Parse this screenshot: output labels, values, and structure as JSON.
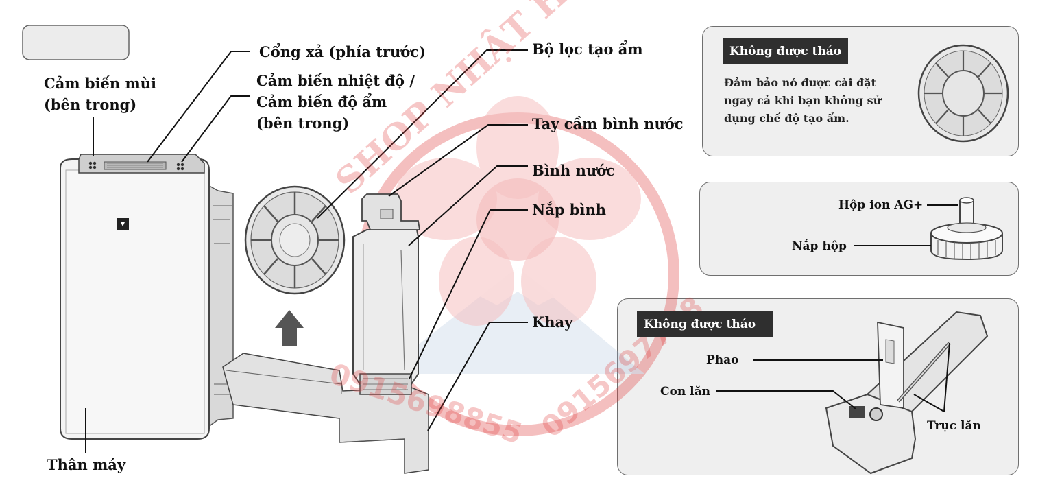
{
  "labels": {
    "cong_xa": "Cổng xả (phía trước)",
    "cam_bien_mui": "Cảm biến mùi\n(bên trong)",
    "cam_bien_nhiet": "Cảm biến nhiệt độ /\nCảm biến độ ẩm\n(bên trong)",
    "bo_loc": "Bộ lọc tạo ẩm",
    "tay_cam": "Tay cầm bình nước",
    "binh_nuoc": "Bình nước",
    "nap_binh": "Nắp bình",
    "khay": "Khay",
    "than_may": "Thân máy"
  },
  "panel_filter": {
    "tag": "Không được tháo",
    "note": "Đảm bảo nó được cài đặt\nngay cả khi bạn không sử\ndụng chế độ tạo ẩm."
  },
  "panel_ion": {
    "hop_ion": "Hộp ion AG+",
    "nap_hop": "Nắp hộp"
  },
  "panel_tray": {
    "tag": "Không được tháo",
    "phao": "Phao",
    "con_lan": "Con lăn",
    "truc_lan": "Trục lăn"
  },
  "watermark": {
    "shop": "SHOP NHẬT HẠ LONG OSAKA",
    "phone1": "0915698855",
    "phone2": "0915697788"
  },
  "colors": {
    "watermark": "#e03a3a",
    "panel_bg": "#efefef",
    "tag_bg": "#2f2f2f"
  }
}
